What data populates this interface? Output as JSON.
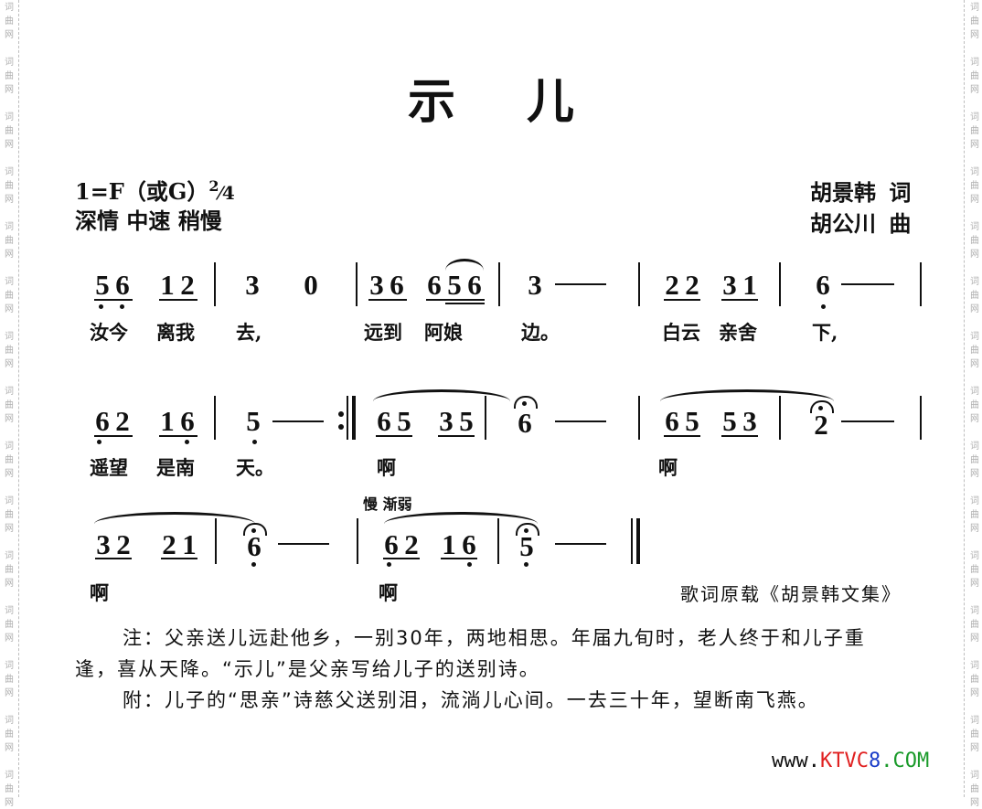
{
  "watermark": {
    "text": [
      "词",
      "曲",
      "网"
    ]
  },
  "title": "示 儿",
  "key": {
    "text": "1=F（或G）",
    "time_signature": "2/4"
  },
  "tempo": "深情  中速  稍慢",
  "credits": {
    "lyricist": "胡景韩  词",
    "composer": "胡公川  曲"
  },
  "lines": [
    {
      "lyrics": [
        "汝今",
        "离我",
        "去,",
        "远到",
        "阿娘",
        "边。",
        "白云",
        "亲舍",
        "下,"
      ]
    },
    {
      "lyrics": [
        "遥望",
        "是南",
        "天。",
        "啊",
        "啊"
      ]
    },
    {
      "expression": "慢  渐弱",
      "lyrics": [
        "啊",
        "啊"
      ]
    }
  ],
  "notation": {
    "line1": [
      "5 6",
      "1 2",
      "3",
      "0",
      "3 6",
      "6 5 6",
      "3",
      "—",
      "2 2",
      "3 1",
      "6",
      "—"
    ],
    "line2": [
      "6 2",
      "1 6",
      "5",
      "—",
      "6 5",
      "3 5",
      "6",
      "—",
      "6 5",
      "5 3",
      "2",
      "—"
    ],
    "line3": [
      "3 2",
      "2 1",
      "6",
      "—",
      "6 2",
      "1 6",
      "5",
      "—"
    ]
  },
  "source": "歌词原载《胡景韩文集》",
  "notes": {
    "line1": "注：父亲送儿远赴他乡，一别30年，两地相思。年届九旬时，老人终于和儿子重",
    "line2": "逢，喜从天降。“示儿”是父亲写给儿子的送别诗。",
    "line3": "附：儿子的“思亲”诗慈父送别泪，流淌儿心间。一去三十年，望断南飞燕。"
  },
  "logo": {
    "www": "www.",
    "ktv": "KTV",
    "c": "C",
    "eight": "8",
    "com": ".COM",
    "colors": {
      "www": "#111111",
      "ktv": "#e02020",
      "c": "#e02020",
      "eight": "#1a3cc8",
      "com": "#1a9a2a"
    }
  }
}
